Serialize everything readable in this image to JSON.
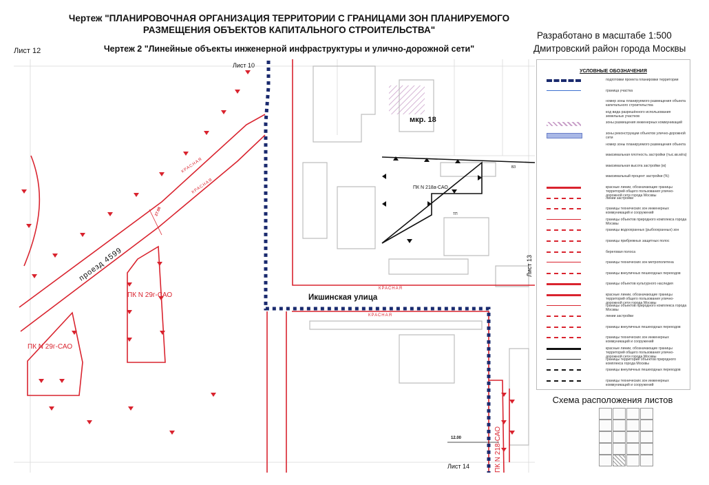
{
  "header": {
    "title_line1": "Чертеж \"ПЛАНИРОВОЧНАЯ ОРГАНИЗАЦИЯ ТЕРРИТОРИИ С ГРАНИЦАМИ ЗОН ПЛАНИРУЕМОГО",
    "title_line2": "РАЗМЕЩЕНИЯ ОБЪЕКТОВ КАПИТАЛЬНОГО СТРОИТЕЛЬСТВА\"",
    "subtitle": "Чертеж 2 \"Линейные объекты инженерной инфраструктуры и улично-дорожной сети\"",
    "sheet": "Лист 12",
    "scale": "Разработано в масштабе 1:500",
    "district": "Дмитровский район города Москвы"
  },
  "map": {
    "neighbor_sheets": {
      "top": "Лист 10",
      "right": "Лист 13",
      "bottom": "Лист 14"
    },
    "district_label": "мкр. 18",
    "plots": {
      "main": "ПК N 218а-САО",
      "left_upper": "ПК  N  29г-САО",
      "left_lower": "ПК N 29г-САО",
      "bottom": "ПК  N  218-САО"
    },
    "streets": {
      "ikshinskaya": "Икшинская улица",
      "proezd": "проезд 4599"
    },
    "red_line_labels": [
      "КРАСНАЯ",
      "КРАСНАЯ",
      "КРАСНАЯ",
      "КРАСНАЯ"
    ],
    "dimension_labels": [
      "27.98",
      "12.00"
    ],
    "marks": [
      "ТП",
      "ВЗ"
    ],
    "colors": {
      "red_line": "#d9232e",
      "boundary_blue": "#1a2a6e",
      "building": "#bdbdbd",
      "plot_outline": "#111111",
      "hatch": "#c9a0c9"
    }
  },
  "legend": {
    "title": "УСЛОВНЫЕ ОБОЗНАЧЕНИЯ",
    "items": [
      {
        "symbol": "boundary-blue",
        "text": "подготовки проекта планировки территории"
      },
      {
        "symbol": "thin-blue",
        "text": "граница участка"
      },
      {
        "symbol": "number",
        "text": "номер зоны планируемого размещения объекта капитального строительства"
      },
      {
        "symbol": "number",
        "text": "код вида разрешённого использования земельных участков"
      },
      {
        "symbol": "hatch",
        "text": "зоны размещения инженерных коммуникаций"
      },
      {
        "symbol": "blue-fill",
        "text": "зоны реконструкции объектов улично-дорожной сети"
      },
      {
        "symbol": "number",
        "text": "номер зоны планируемого размещения объекта"
      },
      {
        "symbol": "text",
        "text": "максимальная плотность застройки (тыс.кв.м/га)"
      },
      {
        "symbol": "text",
        "text": "максимальная высота застройки (м)"
      },
      {
        "symbol": "text",
        "text": "максимальный процент застройки (%)"
      },
      {
        "symbol": "red-thick",
        "text": "красные линии, обозначающие границы территорий общего пользования улично-дорожной сети города Москвы"
      },
      {
        "symbol": "red-dash",
        "text": "линии застройки"
      },
      {
        "symbol": "red-dash",
        "text": "границы технических зон инженерных коммуникаций и сооружений"
      },
      {
        "symbol": "red-thin",
        "text": "границы объектов природного комплекса города Москвы"
      },
      {
        "symbol": "red-dash",
        "text": "границы водоохранных (рыбоохранных) зон"
      },
      {
        "symbol": "red-dash",
        "text": "границы прибрежных защитных полос"
      },
      {
        "symbol": "red-dash",
        "text": "береговая полоса"
      },
      {
        "symbol": "red-thin",
        "text": "границы технических зон метрополитена"
      },
      {
        "symbol": "red-dash",
        "text": "границы внеуличных пешеходных переходов"
      },
      {
        "symbol": "red-thick",
        "text": "границы объектов культурного наследия"
      },
      {
        "symbol": "red-thick",
        "text": "красные линии, обозначающие границы территорий общего пользования улично-дорожной сети города Москвы"
      },
      {
        "symbol": "red-thin",
        "text": "границы объектов природного комплекса города Москвы"
      },
      {
        "symbol": "red-dash",
        "text": "линии застройки"
      },
      {
        "symbol": "red-dash",
        "text": "границы внеуличных пешеходных переходов"
      },
      {
        "symbol": "red-dash",
        "text": "границы технических зон инженерных коммуникаций и сооружений"
      },
      {
        "symbol": "black-thick",
        "text": "красные линии, обозначающие границы территорий общего пользования улично-дорожной сети города Москвы"
      },
      {
        "symbol": "black-thin",
        "text": "границы территорий объектов природного комплекса города Москвы"
      },
      {
        "symbol": "black-dash",
        "text": "границы внеуличных пешеходных переходов"
      },
      {
        "symbol": "black-dash",
        "text": "границы технических зон инженерных коммуникаций и сооружений"
      }
    ]
  },
  "schema": {
    "title": "Схема расположения листов"
  }
}
